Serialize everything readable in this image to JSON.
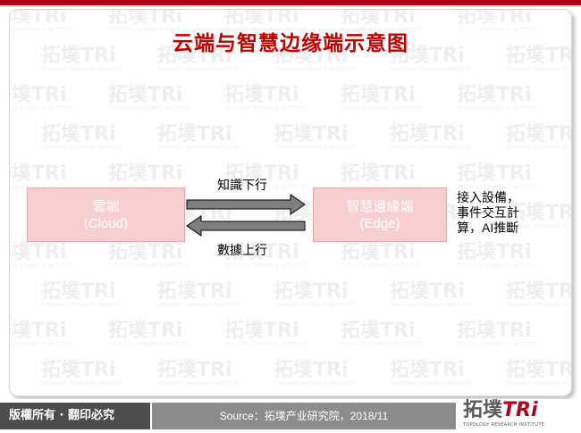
{
  "slide": {
    "title": "云端与智慧边缘端示意图"
  },
  "diagram": {
    "cloud_box": {
      "line1": "雲端",
      "line2": "(Cloud)"
    },
    "edge_box": {
      "line1": "智慧邊緣端",
      "line2": "(Edge)"
    },
    "arrow_down_label": "知識下行",
    "arrow_up_label": "數據上行",
    "side_note": [
      "接入設備，",
      "事件交互計",
      "算，AI推斷"
    ]
  },
  "watermark": {
    "brand_cn": "拓墣",
    "brand_en": "TRi",
    "tagline": "TOPOLOGY RESEARCH INSTITUTE"
  },
  "footer": {
    "copyright": "版權所有 · 翻印必究",
    "source": "Source：拓墣产业研究院，2018/11"
  },
  "colors": {
    "accent_red": "#b5001a",
    "title_red": "#c00000",
    "box_fill": "#f7cfd3",
    "arrow_fill": "#7f7f7f",
    "footer_dark": "#4d4d4d",
    "footer_gray": "#8c8c8c"
  }
}
